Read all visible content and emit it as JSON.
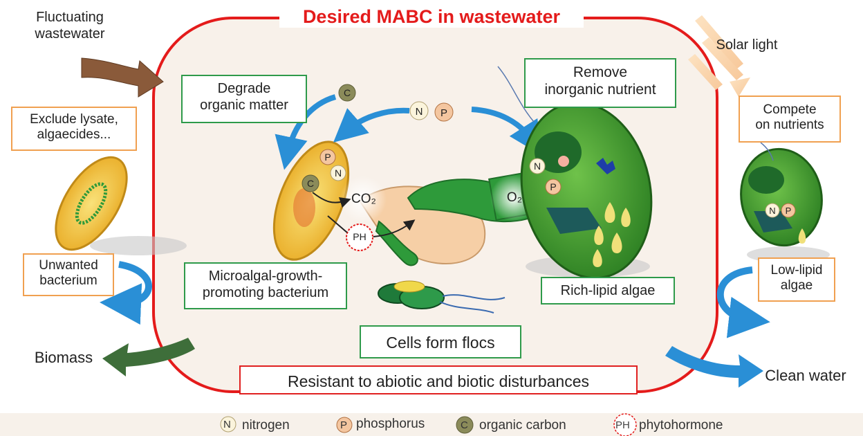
{
  "title": "Desired MABC in wastewater",
  "inputs": {
    "fluctuating": "Fluctuating\nwastewater",
    "solar": "Solar light"
  },
  "outputs": {
    "biomass": "Biomass",
    "clean_water": "Clean water"
  },
  "boxes": {
    "exclude": "Exclude lysate,\nalgaecides...",
    "unwanted": "Unwanted\nbacterium",
    "degrade": "Degrade\norganic matter",
    "remove": "Remove\ninorganic nutrient",
    "mgpb": "Microalgal-growth-\npromoting bacterium",
    "rich_lipid": "Rich-lipid algae",
    "flocs": "Cells form flocs",
    "resistant": "Resistant to abiotic and biotic disturbances",
    "compete": "Compete\non nutrients",
    "low_lipid": "Low-lipid\nalgae"
  },
  "chem": {
    "co2": "CO₂",
    "o2": "O₂"
  },
  "legend": [
    {
      "symbol": "N",
      "label": "nitrogen"
    },
    {
      "symbol": "P",
      "label": "phosphorus"
    },
    {
      "symbol": "C",
      "label": "organic carbon"
    },
    {
      "symbol": "PH",
      "label": "phytohormone"
    }
  ],
  "colors": {
    "title_red": "#e41b1b",
    "box_green": "#2e9a4a",
    "box_orange": "#f0a050",
    "arrow_blue": "#2a8fd6",
    "algae_green": "#3a9a2a",
    "bacterium_yellow": "#f2c43a",
    "arrow_brown": "#8a5a3a",
    "arrow_darkgreen": "#3e6e3a"
  }
}
